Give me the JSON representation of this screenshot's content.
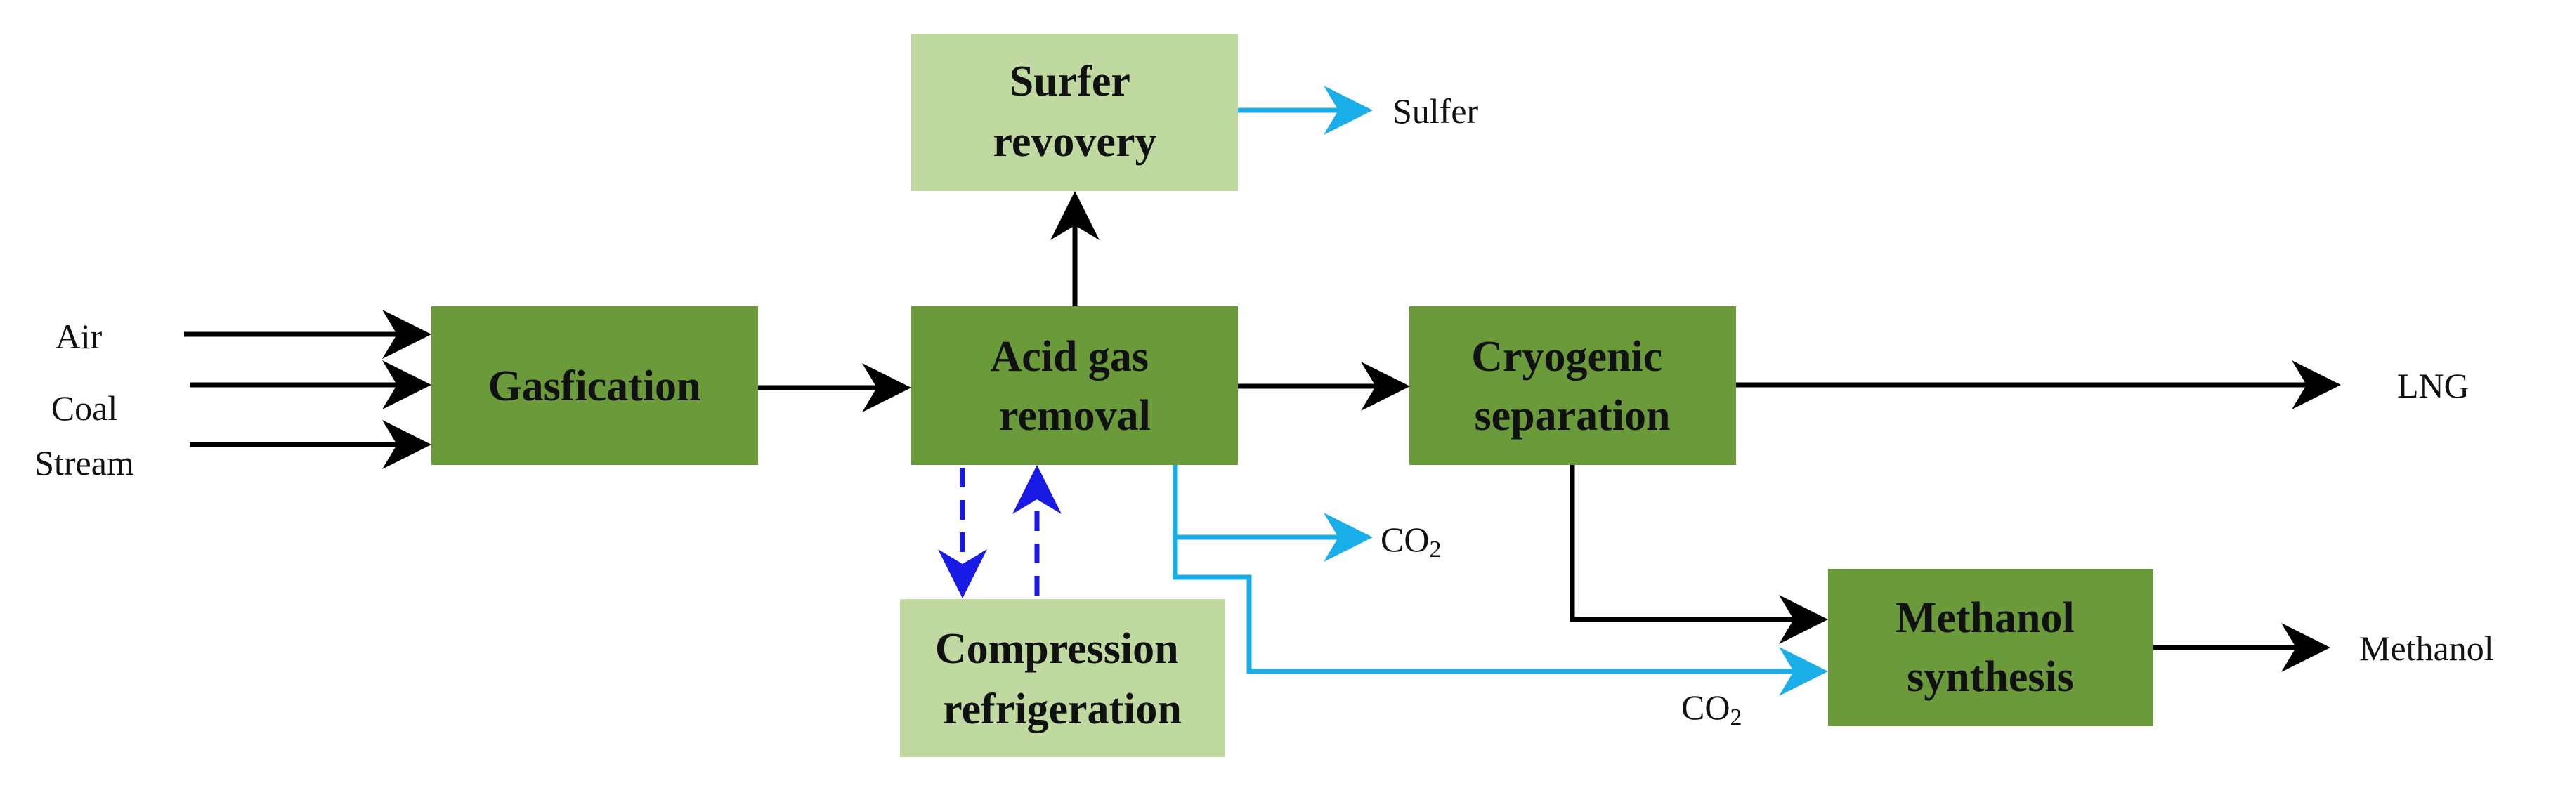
{
  "colors": {
    "process_dark": "#6a9a3a",
    "process_light": "#bfd9a0",
    "flow_main": "#000000",
    "flow_co2": "#19aee8",
    "flow_refrigerant": "#1a1ae6"
  },
  "nodes": {
    "gasification": {
      "lines": [
        "Gasfication"
      ]
    },
    "acid_gas_removal": {
      "lines": [
        "Acid gas",
        "removal"
      ]
    },
    "sulfur_recovery": {
      "lines": [
        "Surfer",
        "revovery"
      ]
    },
    "cryogenic_separation": {
      "lines": [
        "Cryogenic",
        "separation"
      ]
    },
    "methanol_synthesis": {
      "lines": [
        "Methanol",
        "synthesis"
      ]
    },
    "compression_refrigeration": {
      "lines": [
        "Compression",
        "refrigeration"
      ]
    }
  },
  "io_labels": {
    "air": "Air",
    "coal": "Coal",
    "stream": "Stream",
    "sulfer": "Sulfer",
    "lng": "LNG",
    "methanol": "Methanol",
    "co2_main": "CO",
    "co2_main_sub": "2",
    "co2_methanol": "CO",
    "co2_methanol_sub": "2"
  }
}
